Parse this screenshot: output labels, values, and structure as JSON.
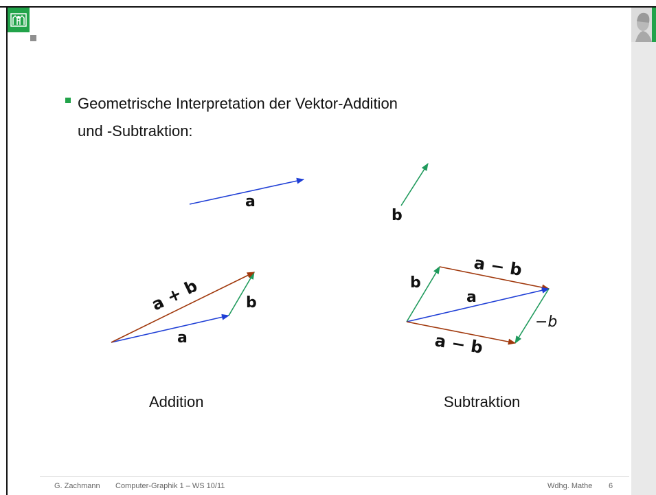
{
  "bullet": {
    "line1": "Geometrische Interpretation der Vektor-Addition",
    "line2": "und -Subtraktion:"
  },
  "vectors": {
    "a": "a",
    "b": "b",
    "sum": "a + b",
    "diff": "a − b",
    "neg_b": "−b"
  },
  "captions": {
    "addition": "Addition",
    "subtraktion": "Subtraktion"
  },
  "footer": {
    "author": "G. Zachmann",
    "course": "Computer-Graphik 1 – WS 10/11",
    "section": "Wdhg. Mathe",
    "page": "6"
  },
  "colors": {
    "a": "#1f3fd6",
    "b": "#1f9a5c",
    "result": "#a0380c",
    "accent": "#22a34a"
  },
  "icons": {
    "logo": "university-seal-icon",
    "portrait": "portrait-icon"
  }
}
